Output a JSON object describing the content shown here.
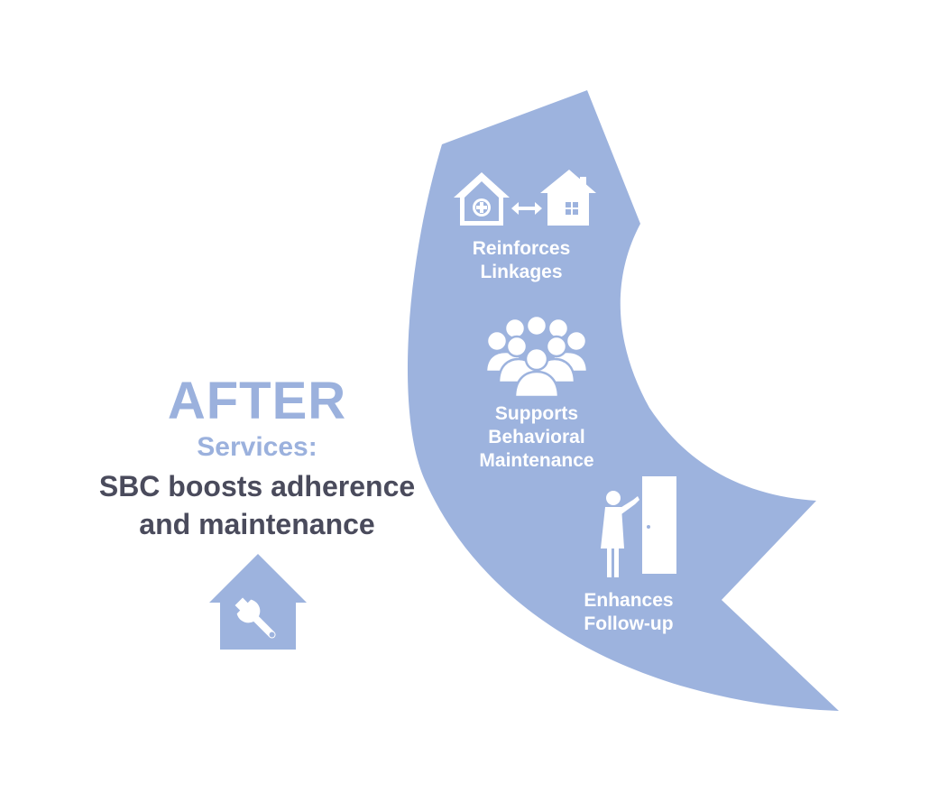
{
  "colors": {
    "arc_fill": "#9db3de",
    "accent_light": "#9bb1dd",
    "text_dark": "#4a4b5c",
    "icon_fill": "#ffffff"
  },
  "left_panel": {
    "title": "AFTER",
    "subtitle": "Services:",
    "headline_line1": "SBC boosts adherence",
    "headline_line2": "and maintenance",
    "icon": "house-wrench-icon"
  },
  "stages": [
    {
      "icon": "clinic-to-home-icon",
      "line1": "Reinforces",
      "line2": "Linkages"
    },
    {
      "icon": "group-of-people-icon",
      "line1": "Supports",
      "line2": "Behavioral",
      "line3": "Maintenance"
    },
    {
      "icon": "woman-at-door-icon",
      "line1": "Enhances",
      "line2": "Follow-up"
    }
  ]
}
